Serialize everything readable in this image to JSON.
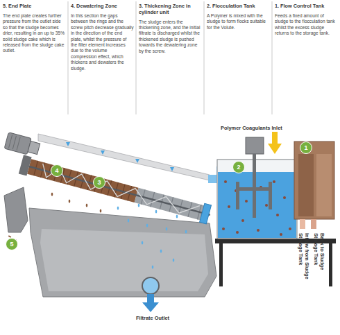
{
  "diagram": {
    "nodes": [
      {
        "text": [
          "1"
        ]
      },
      {
        "text": [
          "2"
        ]
      },
      {
        "text": [
          "3"
        ]
      },
      {
        "text": [
          "4"
        ]
      },
      {
        "text": [
          "5"
        ]
      }
    ],
    "labels": [
      "5. End Plate",
      "The end plate creates further pressure from the outlet side so that the sludge becomes drier, resulting in an up to 35% solid sludge cake which is released from the sludge cake outlet.",
      "4. Dewatering Zone",
      "In this section the gaps between the rings and the screw pitch decrease gradually in the direction of the end plate, whilst the pressure of the filter element increases due to the volume compression effect, which thickens and dewaters the sludge.",
      "3. Thickening Zone in cylinder unit",
      "The sludge enters the thickening zone, and the initial filtrate is discharged whilst the thickened sludge is pushed towards the dewatering zone by the screw.",
      "2. Flocculation Tank",
      "A Polymer is mixed with the sludge to form flocks suitable for the Volute.",
      "1. Flow Control Tank",
      "Feeds a fixed amount of sludge to the flocculation tank whilst the excess sludge returns to the storage tank.",
      "Polymer Coagulants Inlet",
      "Inflow from Sludge Storage Tank",
      "Back to Sludge Storage Tank",
      "Filtrate Outlet"
    ]
  }
}
